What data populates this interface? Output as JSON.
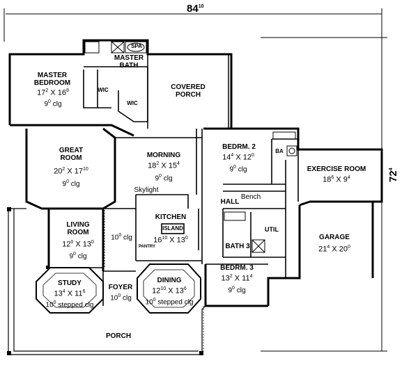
{
  "overall": {
    "width": "84",
    "width_sup": "10",
    "depth": "72",
    "depth_sup": "4"
  },
  "fixtures": {
    "spa": "SPA",
    "wic_left": "WIC",
    "wic_right": "WIC"
  },
  "rooms": {
    "master_bedroom": {
      "name_1": "MASTER",
      "name_2": "BEDROOM",
      "dim_a": "17",
      "dim_a_sup": "2",
      "dim_b": "16",
      "dim_b_sup": "8",
      "clg": "9",
      "clg_sup": "0",
      "clg_unit": "clg"
    },
    "master_bath": {
      "name_1": "MASTER",
      "name_2": "BATH"
    },
    "covered_porch": {
      "name_1": "COVERED",
      "name_2": "PORCH"
    },
    "great_room": {
      "name_1": "GREAT",
      "name_2": "ROOM",
      "dim_a": "20",
      "dim_a_sup": "2",
      "dim_b": "17",
      "dim_b_sup": "10",
      "clg": "9",
      "clg_sup": "0",
      "clg_unit": "clg"
    },
    "morning": {
      "name": "MORNING",
      "dim_a": "18",
      "dim_a_sup": "2",
      "dim_b": "15",
      "dim_b_sup": "4",
      "clg": "9",
      "clg_sup": "0",
      "clg_unit": "clg"
    },
    "skylight": "Skylight",
    "kitchen": {
      "name": "KITCHEN",
      "island": "ISLAND",
      "dim_a": "16",
      "dim_a_sup": "10",
      "dim_b": "13",
      "dim_b_sup": "0",
      "pantry": "PANTRY"
    },
    "kitchen_ceiling": {
      "clg": "10",
      "clg_sup": "0",
      "clg_unit": "clg"
    },
    "living_room": {
      "name_1": "LIVING",
      "name_2": "ROOM",
      "dim_a": "12",
      "dim_a_sup": "0",
      "dim_b": "13",
      "dim_b_sup": "0",
      "clg": "9",
      "clg_sup": "0",
      "clg_unit": "clg"
    },
    "study": {
      "name": "STUDY",
      "dim_a": "13",
      "dim_a_sup": "4",
      "dim_b": "11",
      "dim_b_sup": "6",
      "clg": "10",
      "clg_sup": "0",
      "clg_unit": "stepped clg"
    },
    "foyer": {
      "name": "FOYER",
      "clg": "10",
      "clg_sup": "0",
      "clg_unit": "clg"
    },
    "dining": {
      "name": "DINING",
      "dim_a": "12",
      "dim_a_sup": "10",
      "dim_b": "13",
      "dim_b_sup": "6",
      "clg": "10",
      "clg_sup": "0",
      "clg_unit": "stepped clg"
    },
    "porch": {
      "name": "PORCH"
    },
    "bedroom_2": {
      "name": "BEDRM. 2",
      "dim_a": "14",
      "dim_a_sup": "4",
      "dim_b": "12",
      "dim_b_sup": "0",
      "clg": "9",
      "clg_sup": "0",
      "clg_unit": "clg"
    },
    "bath_small": {
      "name": "BA"
    },
    "exercise_room": {
      "name": "EXERCISE ROOM",
      "dim_a": "18",
      "dim_a_sup": "6",
      "dim_b": "9",
      "dim_b_sup": "4"
    },
    "hall": {
      "name": "HALL",
      "bench": "Bench"
    },
    "util": {
      "name": "UTIL"
    },
    "bath_3": {
      "name": "BATH 3"
    },
    "garage": {
      "name": "GARAGE",
      "dim_a": "21",
      "dim_a_sup": "4",
      "dim_b": "20",
      "dim_b_sup": "0"
    },
    "bedroom_3": {
      "name": "BEDRM. 3",
      "dim_a": "13",
      "dim_a_sup": "2",
      "dim_b": "11",
      "dim_b_sup": "4",
      "clg": "9",
      "clg_sup": "0",
      "clg_unit": "clg"
    }
  }
}
